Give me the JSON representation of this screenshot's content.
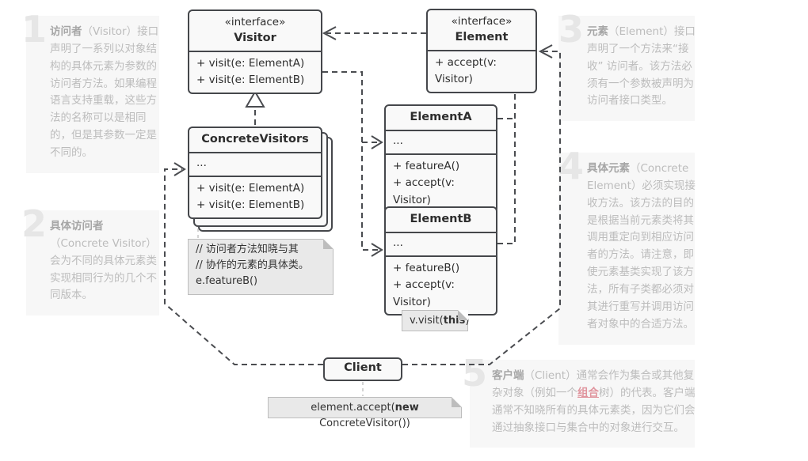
{
  "diagram": {
    "classes": {
      "visitor": {
        "stereotype": "«interface»",
        "name": "Visitor",
        "methods": [
          "+ visit(e: ElementA)",
          "+ visit(e: ElementB)"
        ]
      },
      "concrete_visitors": {
        "name": "ConcreteVisitors",
        "dots": "...",
        "methods": [
          "+ visit(e: ElementA)",
          "+ visit(e: ElementB)"
        ]
      },
      "element": {
        "stereotype": "«interface»",
        "name": "Element",
        "methods": [
          "+ accept(v: Visitor)"
        ]
      },
      "element_a": {
        "name": "ElementA",
        "dots": "...",
        "methods": [
          "+ featureA()",
          "+ accept(v: Visitor)"
        ]
      },
      "element_b": {
        "name": "ElementB",
        "dots": "...",
        "methods": [
          "+ featureB()",
          "+ accept(v: Visitor)"
        ]
      },
      "client": {
        "name": "Client"
      }
    },
    "notes": {
      "visitor_note": {
        "line1": "// 访问者方法知晓与其",
        "line2": "// 协作的元素的具体类。",
        "line3": "e.featureB()"
      },
      "element_b_note": {
        "pre": "v.visit(",
        "bold": "this",
        "post": ")"
      },
      "client_note": {
        "pre": "element.accept(",
        "bold": "new",
        "post": " ConcreteVisitor())"
      }
    }
  },
  "annotations": [
    {
      "number": "1",
      "term": "访问者",
      "text": "（Visitor）接口声明了一系列以对象结构的具体元素为参数的访问者方法。如果编程语言支持重载，这些方法的名称可以是相同的，但是其参数一定是不同的。"
    },
    {
      "number": "2",
      "term": "具体访问者",
      "text": "（Concrete Visitor）会为不同的具体元素类实现相同行为的几个不同版本。"
    },
    {
      "number": "3",
      "term": "元素",
      "text": "（Element）接口声明了一个方法来“接收” 访问者。该方法必须有一个参数被声明为访问者接口类型。"
    },
    {
      "number": "4",
      "term": "具体元素",
      "text": "（Concrete Element）必须实现接收方法。该方法的目的是根据当前元素类将其调用重定向到相应访问者的方法。请注意，即使元素基类实现了该方法，所有子类都必须对其进行重写并调用访问者对象中的合适方法。"
    },
    {
      "number": "5",
      "term": "客户端",
      "text_before_link": "（Client）通常会作为集合或其他复杂对象（例如一个",
      "link": "组合",
      "text_after_link": "树）的代表。客户端通常不知晓所有的具体元素类，因为它们会通过抽象接口与集合中的对象进行交互。"
    }
  ],
  "colors": {
    "box_border": "#45474b",
    "box_fill": "#f9f9f9",
    "note_fill": "#e9e9e9",
    "panel_fill": "#f7f7f7",
    "annotation_text": "#bcbcbc",
    "link": "#e0959e",
    "wire": "#4a4c50"
  }
}
